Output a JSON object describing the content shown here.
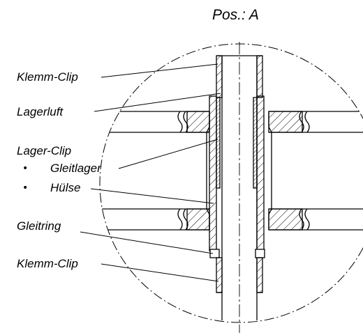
{
  "title": "Pos.: A",
  "labels": {
    "klemm_clip_top": "Klemm-Clip",
    "lagerluft": "Lagerluft",
    "lager_clip": "Lager-Clip",
    "gleitlager": "Gleitlager",
    "huelse": "Hülse",
    "gleitring": "Gleitring",
    "klemm_clip_bottom": "Klemm-Clip"
  },
  "bullet_symbol": "•",
  "colors": {
    "line": "#000000",
    "background": "#ffffff"
  }
}
